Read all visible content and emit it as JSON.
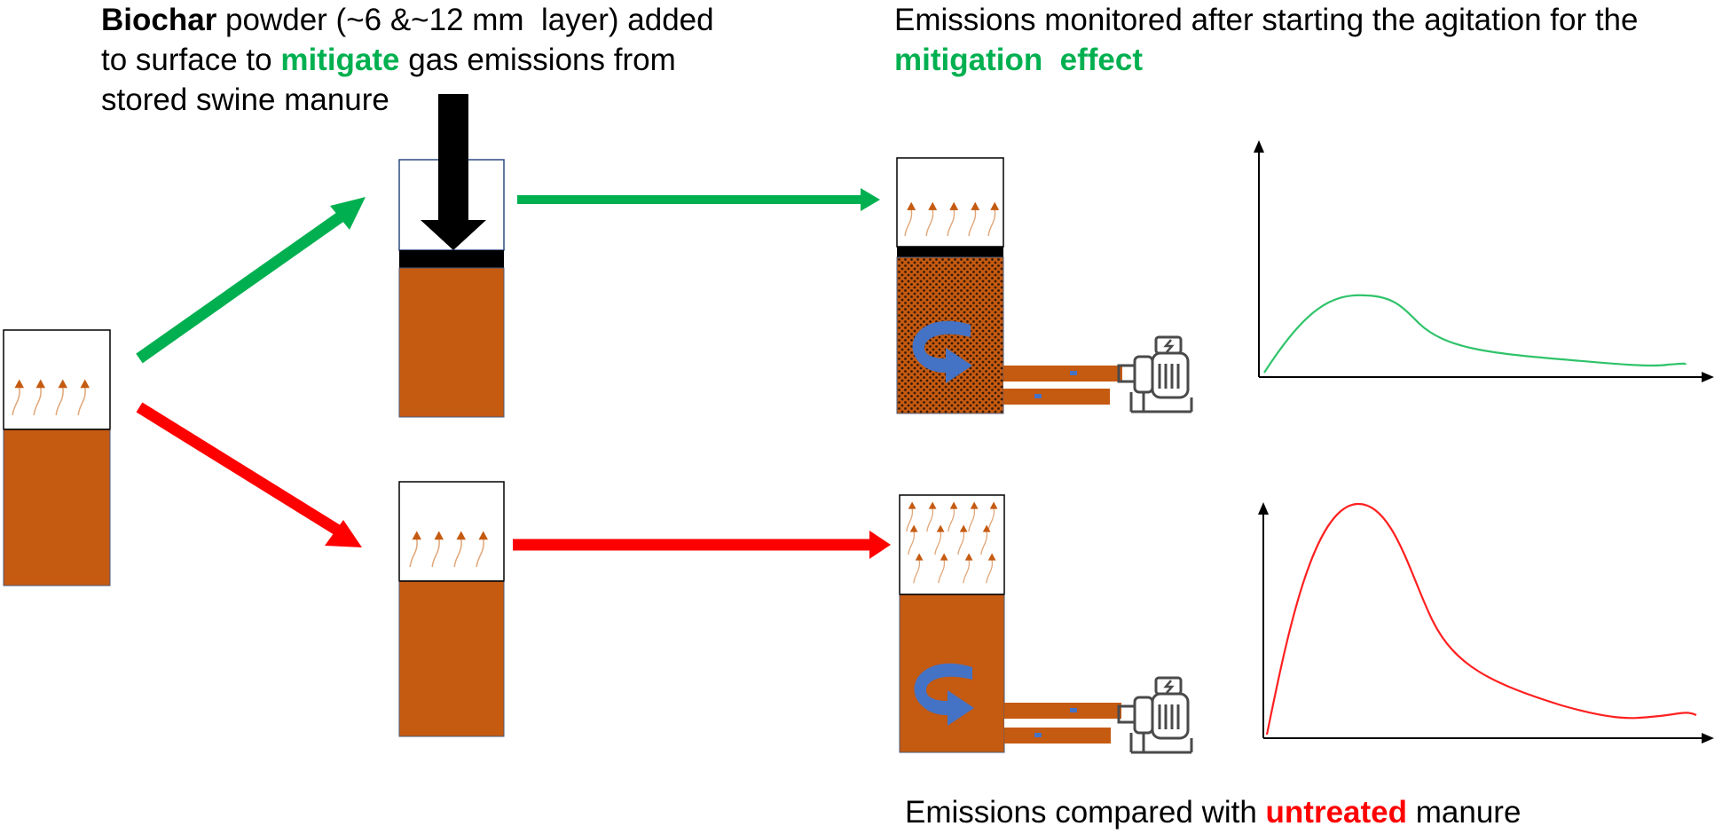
{
  "texts": {
    "biochar": {
      "line1_bold": "Biochar",
      "line1_rest": " powder (~6 &~12 mm  layer) added",
      "line2_pre": "to surface to ",
      "line2_green": "mitigate",
      "line2_post": " gas emissions from",
      "line3": "stored swine manure"
    },
    "monitored": {
      "line1": "Emissions  monitored  after starting the agitation for the",
      "line2_green": "mitigation  effect"
    },
    "compared": {
      "pre": "Emissions compared with ",
      "red": "untreated",
      "post": " manure"
    }
  },
  "colors": {
    "manure": "#c55a11",
    "green": "#00b050",
    "red": "#ff0000",
    "curve_green": "#2fc36a",
    "curve_red": "#ff2020",
    "agitation_arrow": "#4472c4",
    "biochar_layer": "#000000"
  },
  "charts": [
    {
      "series_color": "green",
      "peak": "moderate",
      "axes": "unlabeled"
    },
    {
      "series_color": "red",
      "peak": "high",
      "axes": "unlabeled"
    }
  ],
  "icons": [
    "gas-emission-arrow-icon",
    "agitation-arrow-icon",
    "pump-motor-icon"
  ]
}
